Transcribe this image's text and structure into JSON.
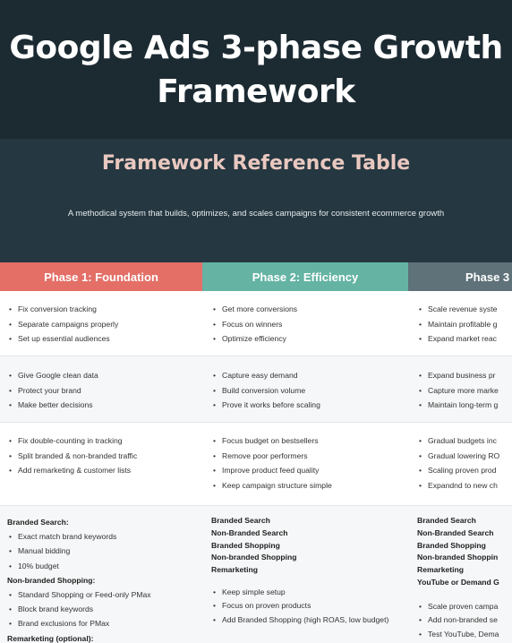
{
  "header": {
    "title": "Google Ads 3-phase Growth Framework"
  },
  "subheader": {
    "title": "Framework Reference Table",
    "description": "A methodical system that builds, optimizes, and scales campaigns for consistent ecommerce growth"
  },
  "phases": [
    {
      "label": "Phase 1: Foundation",
      "color": "#e36f67"
    },
    {
      "label": "Phase 2: Efficiency",
      "color": "#64b3a3"
    },
    {
      "label": "Phase 3",
      "color": "#5f7279"
    }
  ],
  "rows": [
    {
      "p1": [
        "Fix conversion tracking",
        "Separate campaigns properly",
        "Set up essential audiences"
      ],
      "p2": [
        "Get more conversions",
        "Focus on winners",
        "Optimize efficiency"
      ],
      "p3": [
        "Scale revenue syste",
        "Maintain profitable g",
        "Expand market reac"
      ]
    },
    {
      "p1": [
        "Give Google clean data",
        "Protect your brand",
        "Make better decisions"
      ],
      "p2": [
        "Capture easy demand",
        "Build conversion volume",
        "Prove it works before scaling"
      ],
      "p3": [
        "Expand business pr",
        "Capture more marke",
        "Maintain long-term g"
      ]
    },
    {
      "p1": [
        "Fix double-counting in tracking",
        "Split branded & non-branded traffic",
        "Add remarketing & customer lists"
      ],
      "p2": [
        "Focus budget on bestsellers",
        "Remove poor performers",
        "Improve product feed quality",
        "Keep campaign structure simple"
      ],
      "p3": [
        "Gradual budgets inc",
        "Gradual lowering RO",
        "Scaling proven prod",
        "Expandnd to new ch"
      ]
    }
  ],
  "row4": {
    "p1": {
      "branded_label": "Branded Search:",
      "branded_items": [
        "Exact match brand keywords",
        "Manual bidding",
        "10% budget"
      ],
      "nonbranded_label": "Non-branded Shopping:",
      "nonbranded_items": [
        "Standard Shopping or Feed-only PMax",
        "Block brand keywords",
        "Brand exclusions for PMax"
      ],
      "remarketing_label": "Remarketing (optional):"
    },
    "p2": {
      "labels": [
        "Branded Search",
        "Non-Branded Search",
        "Branded Shopping",
        "Non-branded Shopping",
        "Remarketing"
      ],
      "items": [
        "Keep simple setup",
        "Focus on proven products",
        "Add Branded Shopping (high ROAS, low budget)"
      ]
    },
    "p3": {
      "labels": [
        "Branded Search",
        "Non-Branded Search",
        "Branded Shopping",
        "Non-branded Shoppin",
        "Remarketing",
        "YouTube or Demand G"
      ],
      "items": [
        "Scale proven campa",
        "Add non-branded se",
        "Test YouTube, Dema"
      ]
    }
  }
}
